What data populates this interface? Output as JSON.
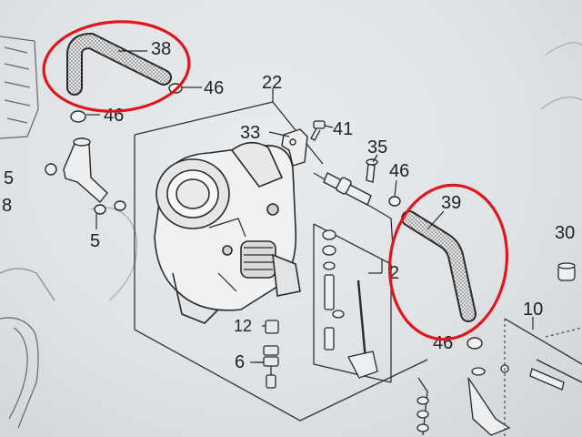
{
  "diagram": {
    "type": "exploded parts diagram",
    "subject": "carburetor assembly",
    "highlight_color": "#e0161b",
    "ink_color": "#2a2a2a",
    "highlighted_parts": [
      "38",
      "39"
    ],
    "callouts": {
      "p38": "38",
      "p46a": "46",
      "p46b": "46",
      "p46c": "46",
      "p46d": "46",
      "p22": "22",
      "p33": "33",
      "p41": "41",
      "p35": "35",
      "p39": "39",
      "p30": "30",
      "p10": "10",
      "p5a": "5",
      "p8": "8",
      "p5b": "5",
      "p2": "2",
      "p12": "12",
      "p6": "6"
    }
  }
}
